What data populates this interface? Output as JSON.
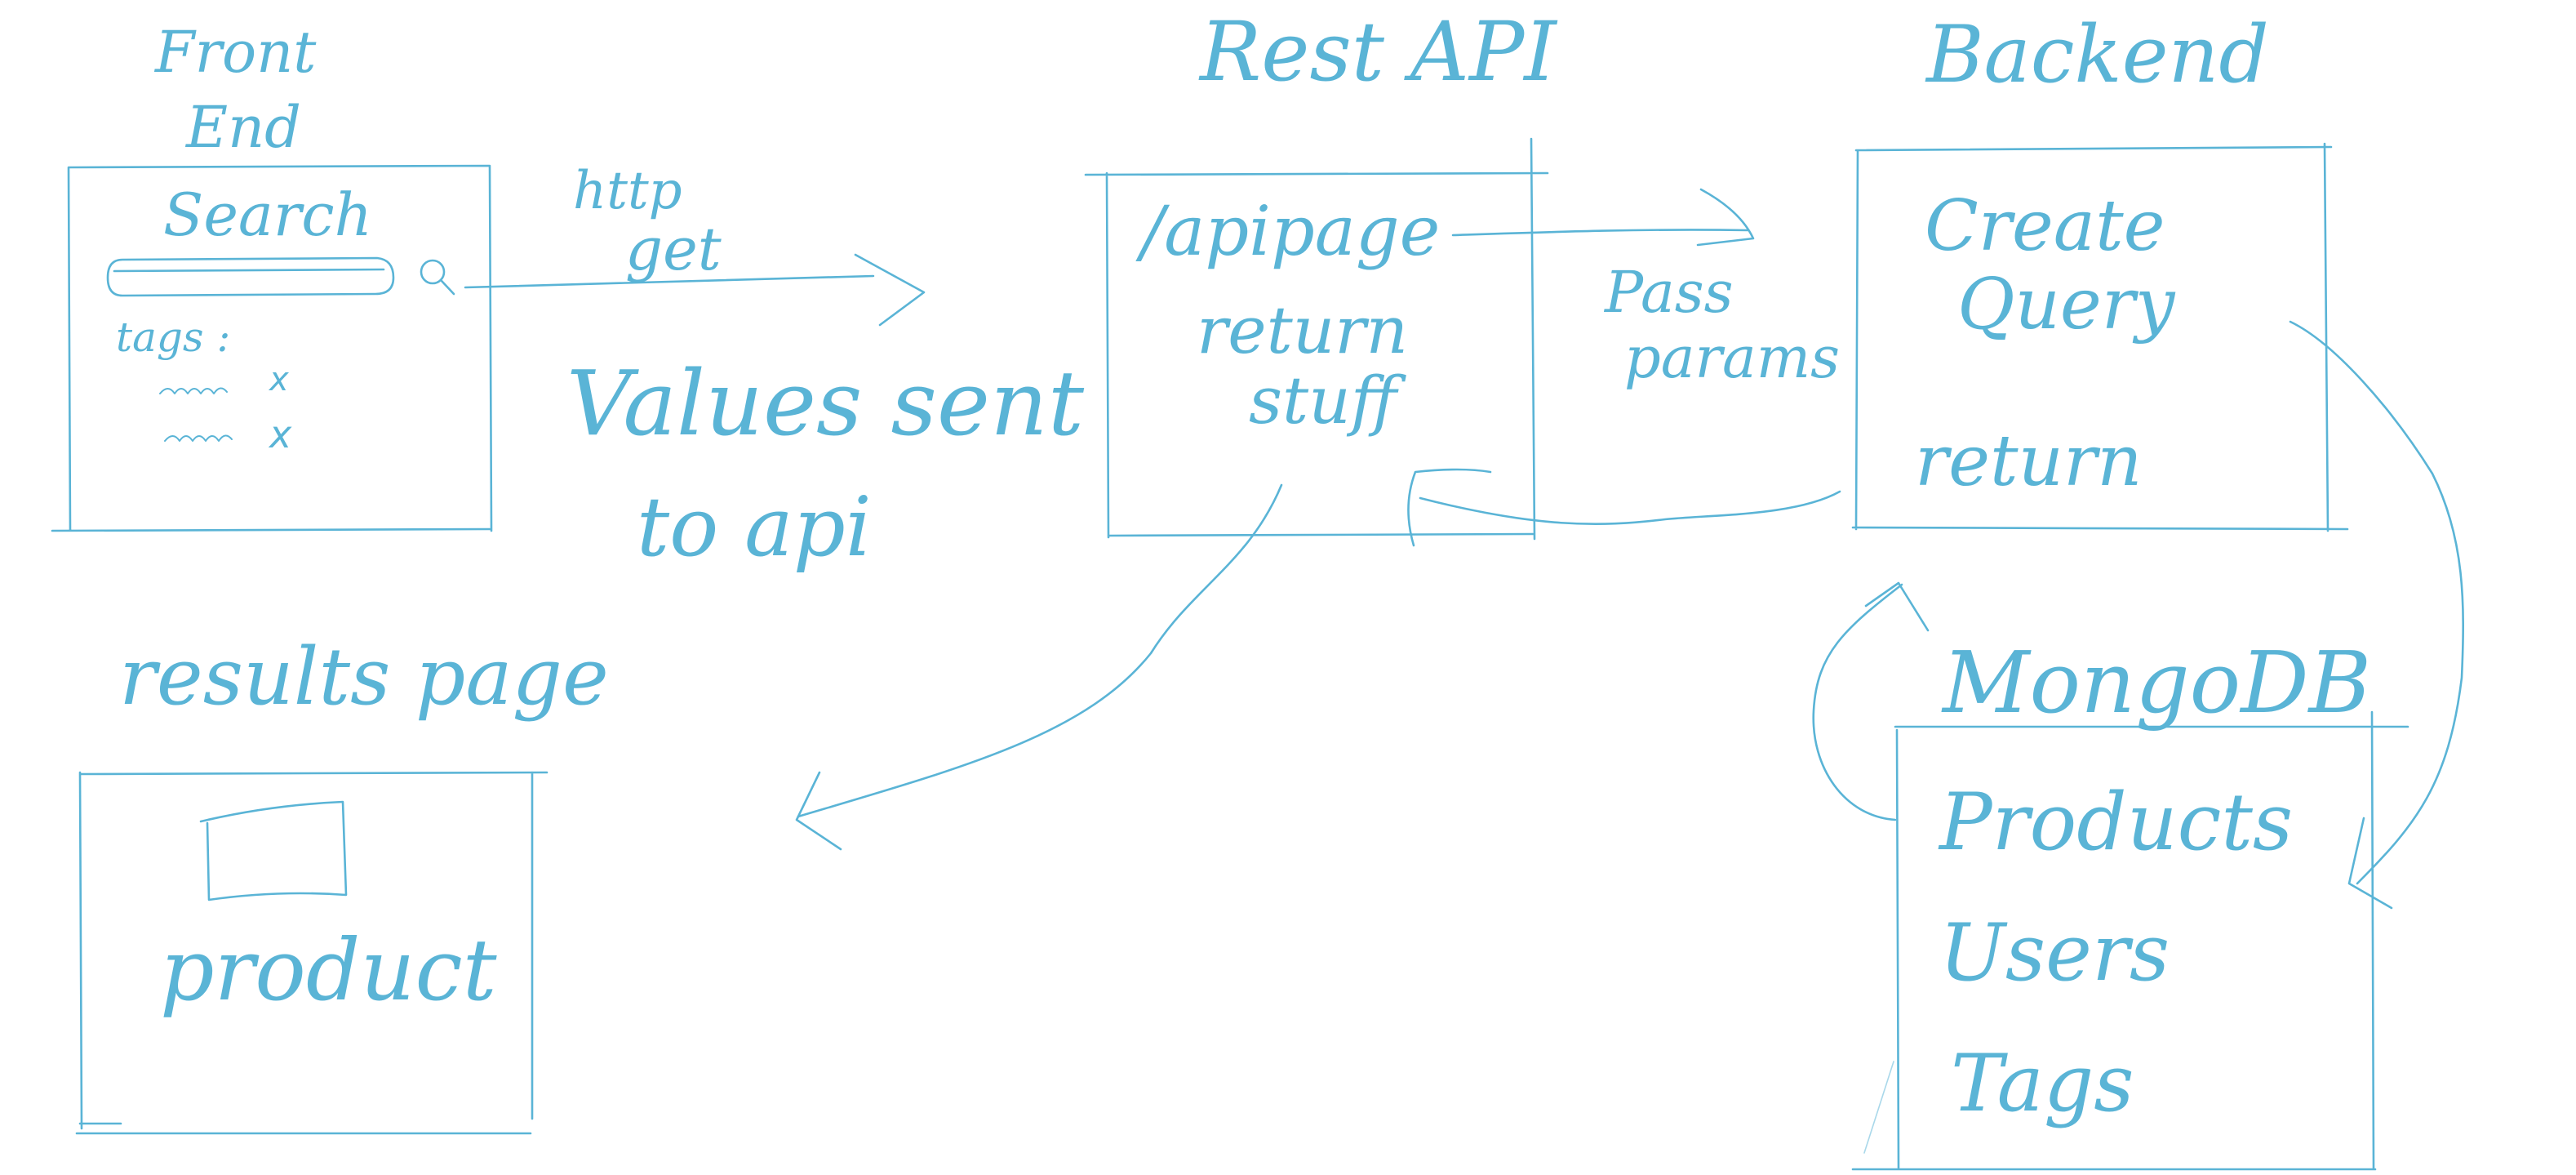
{
  "frontend": {
    "title_line1": "Front",
    "title_line2": "End",
    "search_label": "Search",
    "tags_label": "tags :",
    "tag_remove_glyph": "x"
  },
  "request": {
    "line1": "http",
    "line2": "get",
    "note_line1": "Values sent",
    "note_line2": "to api"
  },
  "rest_api": {
    "title": "Rest API",
    "route": "/apipage",
    "return_line1": "return",
    "return_line2": "stuff"
  },
  "pass_params": {
    "line1": "Pass",
    "line2": "params"
  },
  "backend": {
    "title": "Backend",
    "create_line1": "Create",
    "create_line2": "Query",
    "return_label": "return"
  },
  "results": {
    "title": "results page",
    "product_label": "product"
  },
  "mongodb": {
    "title": "MongoDB",
    "items": [
      "Products",
      "Users",
      "Tags"
    ]
  },
  "colors": {
    "ink": "#5ab4d6",
    "background": "#ffffff"
  }
}
